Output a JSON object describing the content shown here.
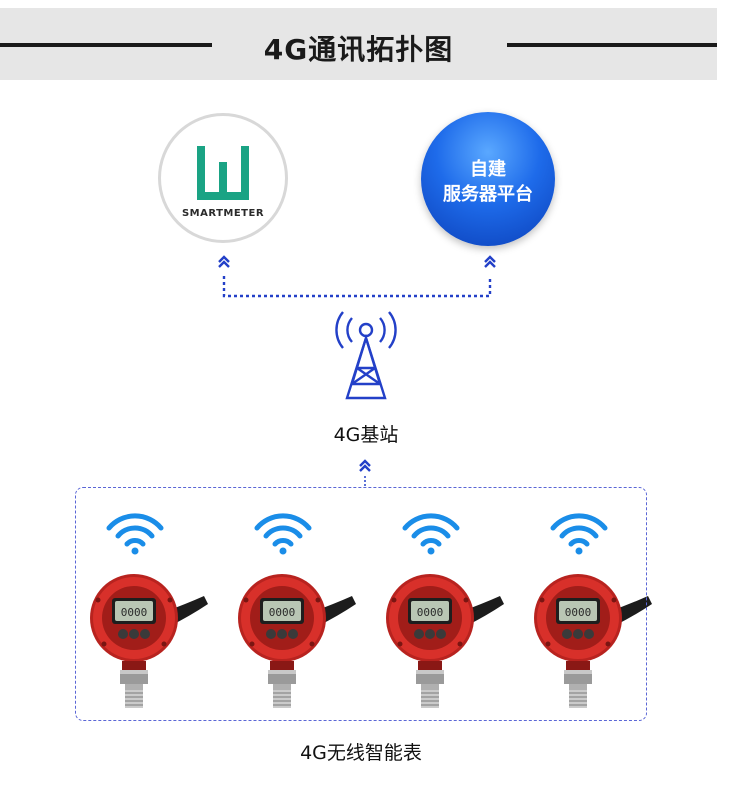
{
  "title": "4G通讯拓扑图",
  "logo": {
    "brand_text": "SMARTMETER",
    "color": "#1aa384"
  },
  "server": {
    "line1": "自建",
    "line2": "服务器平台",
    "color": "#1e6bea"
  },
  "base_station": {
    "label": "4G基站",
    "icon": "cell-tower-icon"
  },
  "devices": {
    "label": "4G无线智能表",
    "count": 4,
    "display_reading": "0000",
    "icons": [
      "wifi-signal-icon",
      "pressure-gauge-icon"
    ]
  },
  "connector_color": "#2340c8"
}
